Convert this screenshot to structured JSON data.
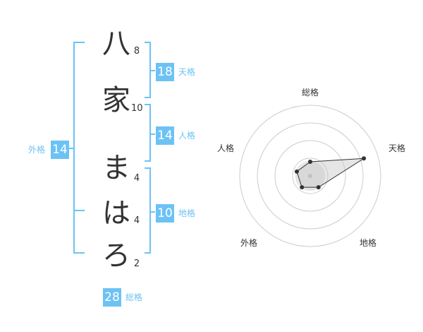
{
  "name_chars": [
    {
      "char": "八",
      "strokes": "8"
    },
    {
      "char": "家",
      "strokes": "10"
    },
    {
      "char": "ま",
      "strokes": "4"
    },
    {
      "char": "は",
      "strokes": "4"
    },
    {
      "char": "ろ",
      "strokes": "2"
    }
  ],
  "fortunes": {
    "tenkaku": {
      "value": "18",
      "label": "天格"
    },
    "jinkaku": {
      "value": "14",
      "label": "人格"
    },
    "chikaku": {
      "value": "10",
      "label": "地格"
    },
    "gaikaku": {
      "value": "14",
      "label": "外格"
    },
    "soukaku": {
      "value": "28",
      "label": "総格"
    }
  },
  "radar": {
    "axes": [
      "総格",
      "天格",
      "地格",
      "外格",
      "人格"
    ],
    "values": [
      1,
      4,
      1,
      1,
      1
    ],
    "max": 5,
    "rings": 4
  },
  "colors": {
    "accent": "#6cc2f5",
    "text": "#333333",
    "grid": "#cccccc"
  }
}
